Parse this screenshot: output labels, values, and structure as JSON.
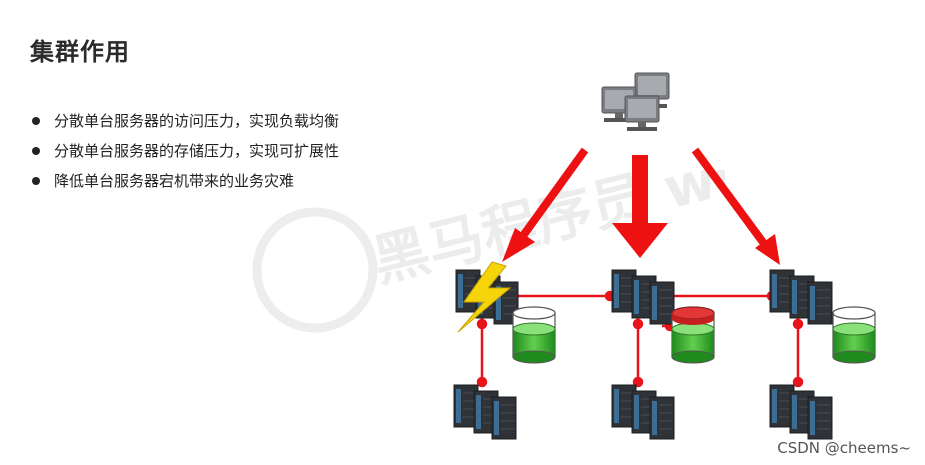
{
  "slide": {
    "title": "集群作用",
    "bullets": [
      "分散单台服务器的访问压力，实现负载均衡",
      "分散单台服务器的存储压力，实现可扩展性",
      "降低单台服务器宕机带来的业务灾难"
    ],
    "watermark": "黑马程序员 www.itheima.com",
    "credit": "CSDN @cheems~"
  },
  "colors": {
    "arrow": "#ee1111",
    "link": "#e8141c",
    "db_ok": "#3aa52e",
    "db_fail_top": "#e33636",
    "lightning": "#f6d40a",
    "server_dark": "#2f3236"
  },
  "icons": [
    "client-computers-icon",
    "server-icon",
    "database-icon",
    "lightning-icon"
  ]
}
